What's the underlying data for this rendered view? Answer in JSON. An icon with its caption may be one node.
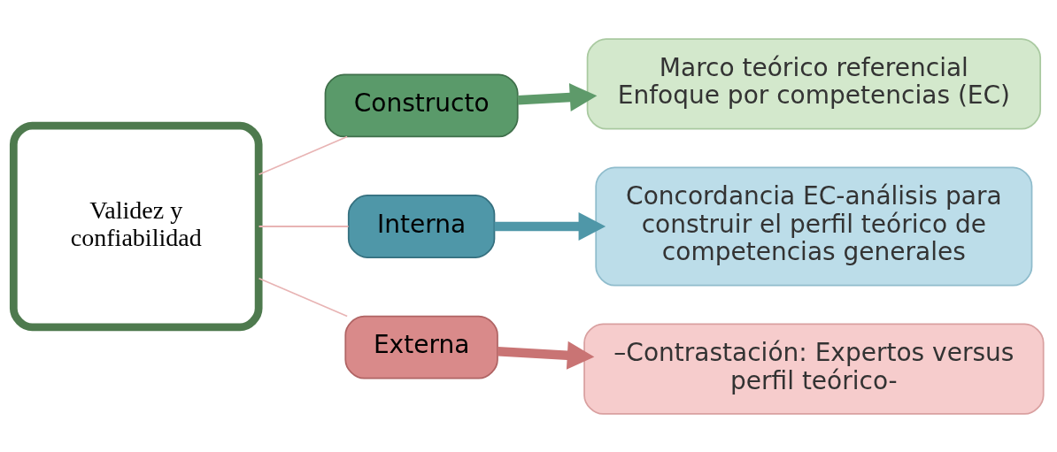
{
  "diagram": {
    "nodes": [
      {
        "text": [
          "Validez y confiabilidad"
        ]
      },
      {
        "text": [
          "Constructo"
        ]
      },
      {
        "text": [
          "Marco teórico referencial Enfoque por competencias (EC)"
        ]
      },
      {
        "text": [
          "Interna"
        ]
      },
      {
        "text": [
          "Concordancia EC-análisis para construir el perfil teórico de competencias generales"
        ]
      },
      {
        "text": [
          "Externa"
        ]
      },
      {
        "text": [
          "–Contrastación: Expertos versus perfil teórico-"
        ]
      }
    ],
    "edges": [
      {
        "from": 0,
        "to": 1,
        "arrow": "none"
      },
      {
        "from": 0,
        "to": 3,
        "arrow": "none"
      },
      {
        "from": 0,
        "to": 5,
        "arrow": "none"
      },
      {
        "from": 1,
        "to": 2,
        "arrow": "to",
        "style": "thick",
        "color": "#5e9a6a"
      },
      {
        "from": 3,
        "to": 4,
        "arrow": "to",
        "style": "thick",
        "color": "#4f97a8"
      },
      {
        "from": 5,
        "to": 6,
        "arrow": "to",
        "style": "thick",
        "color": "#c97474"
      }
    ]
  }
}
